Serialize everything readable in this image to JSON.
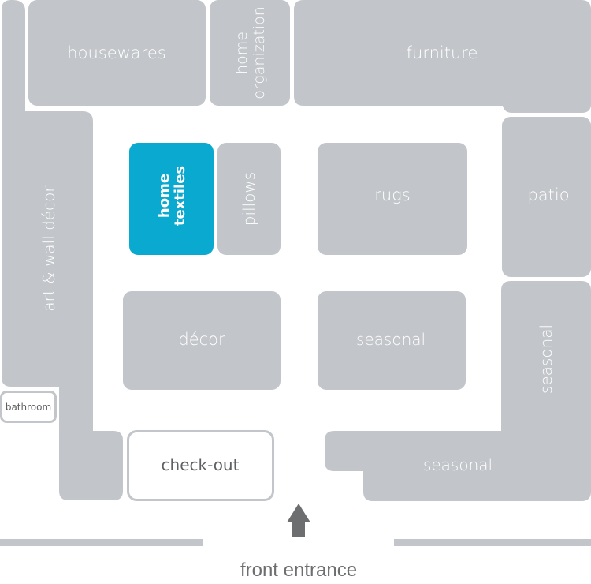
{
  "map": {
    "colors": {
      "zone": "#c2c5c9",
      "highlight": "#0aa9cf",
      "label": "#ffffff",
      "dark_label": "#5e6063",
      "arrow": "#6d6e70"
    },
    "departments": {
      "housewares": "housewares",
      "home_organization_line1": "home",
      "home_organization_line2": "organization",
      "furniture": "furniture",
      "art_wall_decor": "art & wall décor",
      "home_textiles_line1": "home",
      "home_textiles_line2": "textiles",
      "pillows": "pillows",
      "rugs": "rugs",
      "patio": "patio",
      "decor": "décor",
      "seasonal_center": "seasonal",
      "seasonal_right": "seasonal",
      "seasonal_bottom": "seasonal",
      "bathroom": "bathroom",
      "checkout": "check-out"
    },
    "highlighted_department": "home textiles",
    "entrance_label": "front entrance",
    "entrance_icon": "arrow-up-icon"
  }
}
